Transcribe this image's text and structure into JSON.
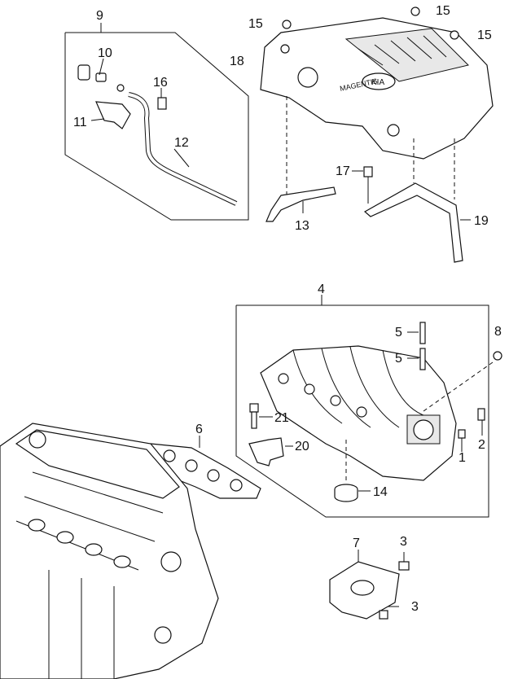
{
  "diagram": {
    "cover_logo_text": "KIA",
    "cover_model_text": "MAGENTIS",
    "callouts": {
      "c1": "1",
      "c2": "2",
      "c3a": "3",
      "c3b": "3",
      "c4": "4",
      "c5a": "5",
      "c5b": "5",
      "c6": "6",
      "c7": "7",
      "c8": "8",
      "c9": "9",
      "c10": "10",
      "c11": "11",
      "c12": "12",
      "c13": "13",
      "c14": "14",
      "c15a": "15",
      "c15b": "15",
      "c15c": "15",
      "c16": "16",
      "c17": "17",
      "c18": "18",
      "c19": "19",
      "c20": "20",
      "c21": "21"
    }
  }
}
